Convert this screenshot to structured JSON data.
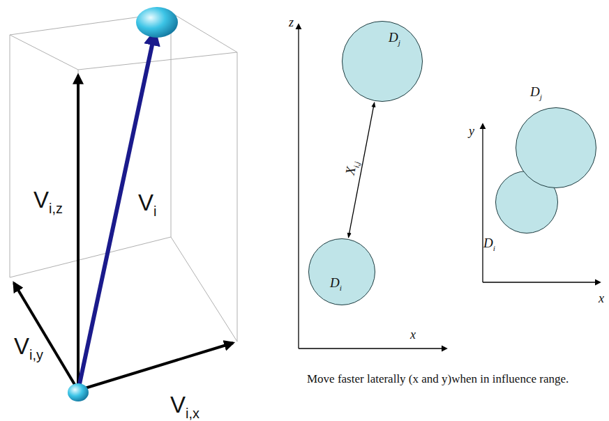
{
  "diagram": {
    "caption": "Move faster laterally (x and y)when in influence range.",
    "nodes": [
      {
        "text": [
          "Dj"
        ]
      },
      {
        "text": [
          "Di"
        ]
      },
      {
        "text": [
          "Dj"
        ]
      },
      {
        "text": [
          "Di"
        ]
      }
    ],
    "edges": [
      {
        "from": 1,
        "to": 0,
        "arrow": "both",
        "label": "Xi,j"
      }
    ],
    "labels": [
      "Vi,z",
      "Vi",
      "Vi,y",
      "Vi,x",
      "z",
      "x",
      "y",
      "x"
    ]
  }
}
